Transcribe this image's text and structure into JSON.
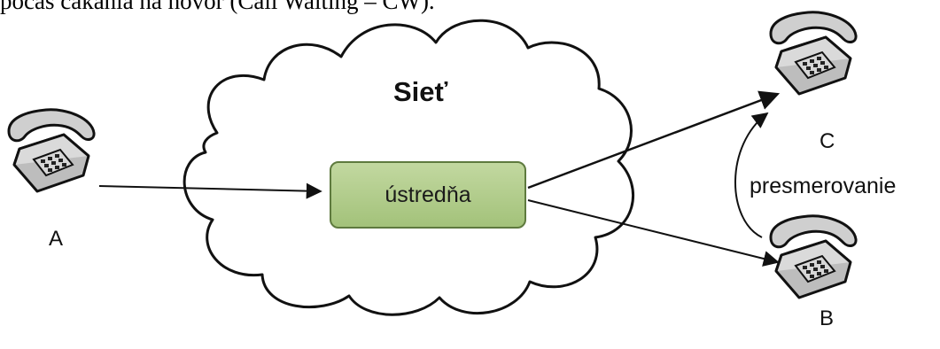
{
  "caption": "počas čakania na hovor (Call Waiting – CW).",
  "cloud": {
    "title": "Sieť"
  },
  "switch": {
    "label": "ústredňa"
  },
  "phones": {
    "a": {
      "label": "A",
      "icon": "telephone-icon"
    },
    "b": {
      "label": "B",
      "icon": "telephone-icon"
    },
    "c": {
      "label": "C",
      "icon": "telephone-icon"
    }
  },
  "redirect": {
    "label": "presmerovanie"
  },
  "colors": {
    "cloud_fill": "#ffffff",
    "outline": "#111111",
    "switch_fill": "#b5cd8d",
    "switch_border": "#5e7a3e",
    "phone_body": "#c9c9c9"
  }
}
